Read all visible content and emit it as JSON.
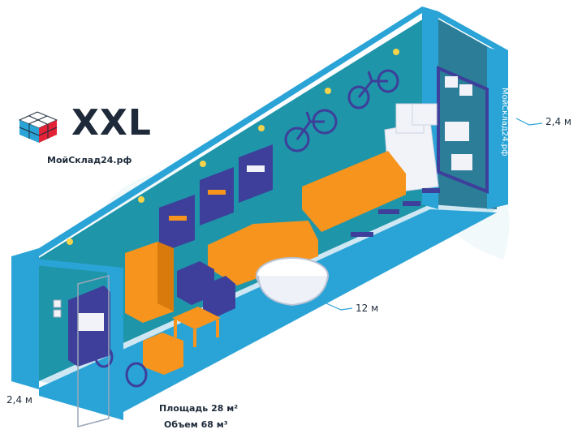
{
  "product": {
    "title": "XXL",
    "brand": "МойСклад24.рф",
    "side_text": "МойСклад24.рф"
  },
  "dimensions": {
    "height_right": "2,4 м",
    "height_left": "2,4 м",
    "length": "12 м",
    "area": "Площадь 28 м²",
    "volume": "Объем 68 м³"
  },
  "colors": {
    "container_wall": "#1f95aa",
    "container_frame": "#2aa4d6",
    "floor": "#cfe7f2",
    "furniture_orange": "#f7941d",
    "furniture_navy": "#3d3f9a",
    "boxes": "#f1f3f8"
  }
}
